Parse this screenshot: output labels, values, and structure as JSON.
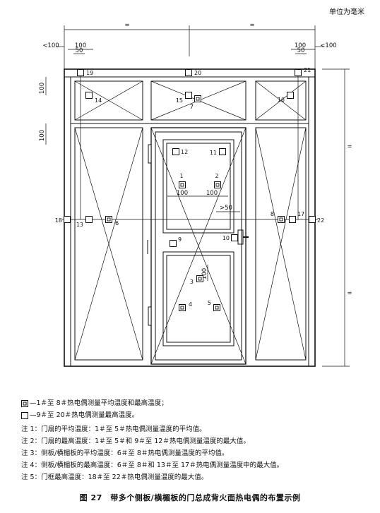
{
  "unit_label": "单位为毫米",
  "dims": {
    "equal": "=",
    "lt100": "<100",
    "d100": "100",
    "d50": "50",
    "gt50": ">50"
  },
  "thermocouple_labels": [
    "1",
    "2",
    "3",
    "4",
    "5",
    "6",
    "7",
    "8",
    "9",
    "10",
    "11",
    "12",
    "13",
    "14",
    "15",
    "16",
    "17",
    "18",
    "19",
    "20",
    "21",
    "22"
  ],
  "legend": {
    "double_square": "—1＃至 8＃热电偶测量平均温度和最高温度；",
    "single_square": "—9＃至 20＃热电偶测量最高温度。"
  },
  "notes": [
    "注 1：门扇的平均温度：1＃至 5＃热电偶测量温度的平均值。",
    "注 2：门扇的最高温度：1＃至 5＃和 9＃至 12＃热电偶测量温度的最大值。",
    "注 3：侧板/横楣板的平均温度：6＃至 8＃热电偶测量温度的平均值。",
    "注 4：侧板/横楣板的最高温度：6＃至 8＃和 13＃至 17＃热电偶测量温度中的最大值。",
    "注 5：门框最高温度：18＃至 22＃热电偶测量温度的最大值。"
  ],
  "caption": "图 27　带多个侧板/横楣板的门总成背火面热电偶的布置示例"
}
